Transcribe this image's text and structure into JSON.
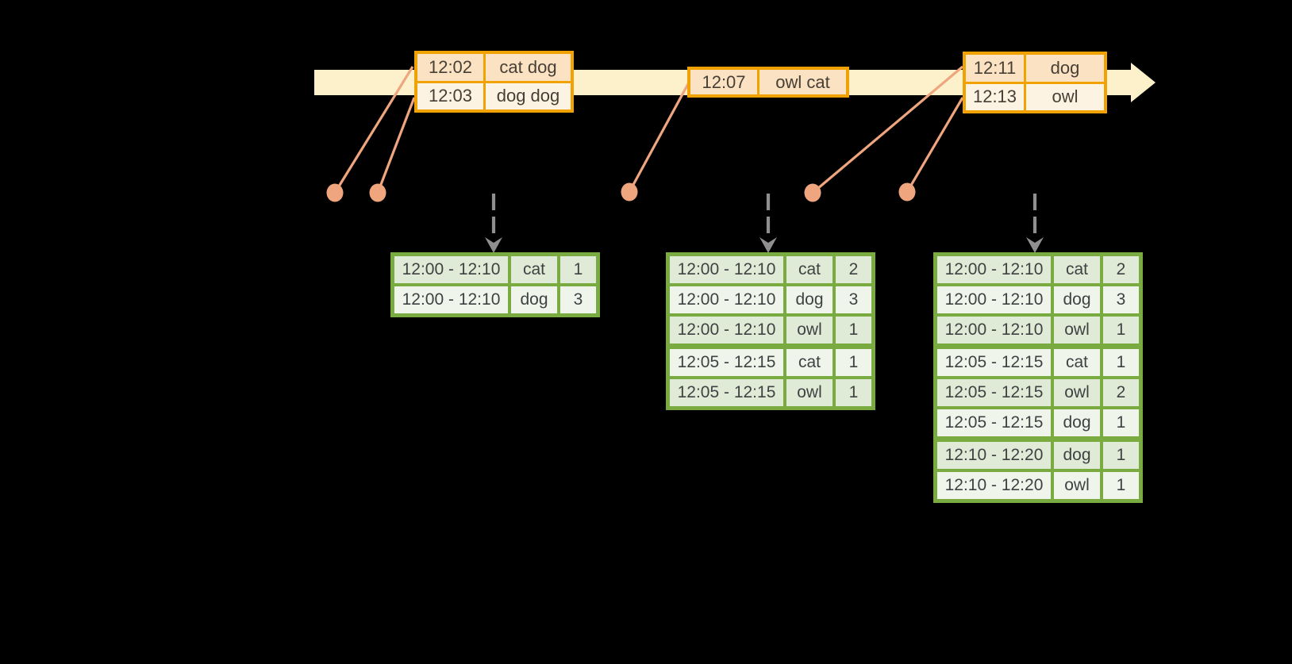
{
  "timeline": {
    "event_boxes": [
      {
        "rows": [
          {
            "time": "12:02",
            "words": "cat dog"
          },
          {
            "time": "12:03",
            "words": "dog dog"
          }
        ]
      },
      {
        "rows": [
          {
            "time": "12:07",
            "words": "owl cat"
          }
        ]
      },
      {
        "rows": [
          {
            "time": "12:11",
            "words": "dog"
          },
          {
            "time": "12:13",
            "words": "owl"
          }
        ]
      }
    ]
  },
  "tables": [
    {
      "rows": [
        [
          "12:00 - 12:10",
          "cat",
          "1"
        ],
        [
          "12:00 - 12:10",
          "dog",
          "3"
        ]
      ]
    },
    {
      "rows": [
        [
          "12:00 - 12:10",
          "cat",
          "2"
        ],
        [
          "12:00 - 12:10",
          "dog",
          "3"
        ],
        [
          "12:00 - 12:10",
          "owl",
          "1"
        ],
        [
          "12:05 - 12:15",
          "cat",
          "1"
        ],
        [
          "12:05 - 12:15",
          "owl",
          "1"
        ]
      ]
    },
    {
      "rows": [
        [
          "12:00 - 12:10",
          "cat",
          "2"
        ],
        [
          "12:00 - 12:10",
          "dog",
          "3"
        ],
        [
          "12:00 - 12:10",
          "owl",
          "1"
        ],
        [
          "12:05 - 12:15",
          "cat",
          "1"
        ],
        [
          "12:05 - 12:15",
          "owl",
          "2"
        ],
        [
          "12:05 - 12:15",
          "dog",
          "1"
        ],
        [
          "12:10 - 12:20",
          "dog",
          "1"
        ],
        [
          "12:10 - 12:20",
          "owl",
          "1"
        ]
      ]
    }
  ],
  "palette": {
    "background": "#000000",
    "timeline_fill": "#fcf1cb",
    "event_border": "#f0a202",
    "event_row_peach": "#fae2c3",
    "event_row_cream": "#fdf3e3",
    "connector": "#efa67e",
    "trigger_arrow": "#8f8f8f",
    "table_border": "#7aab40",
    "table_row_dark": "#dfebd6",
    "table_row_light": "#f0f5ec",
    "event_text": "#473f35",
    "table_text": "#3f4243"
  }
}
